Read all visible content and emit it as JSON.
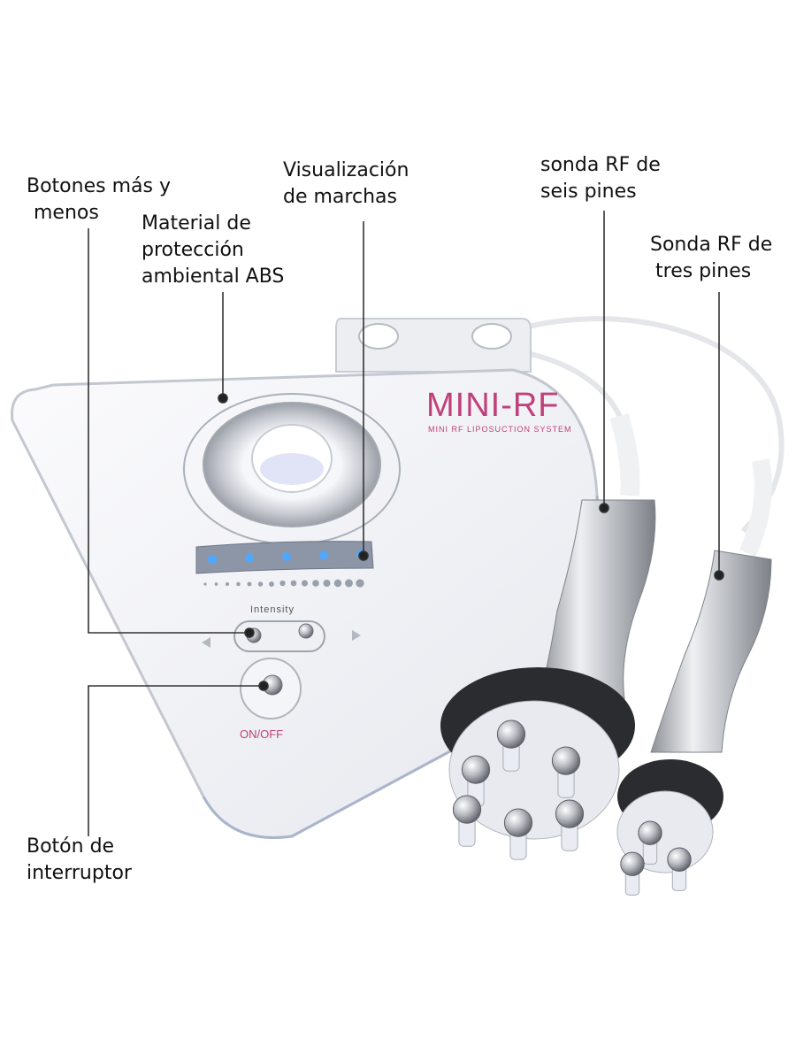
{
  "device": {
    "brand": "MINI-RF",
    "subtitle": "MINI RF LIPOSUCTION SYSTEM",
    "intensity_label": "Intensity",
    "power_label": "ON/OFF",
    "level_leds_total": 5,
    "level_leds_lit": 5,
    "colors": {
      "brand": "#c0407a",
      "body": "#f2f3f6",
      "led": "#4fa8ff",
      "metal": "#c9ccd1"
    }
  },
  "labels": {
    "buttons": [
      "Botones más y",
      "menos"
    ],
    "material": [
      "Material de",
      "protección",
      "ambiental ABS"
    ],
    "display": [
      "Visualización",
      "de marchas"
    ],
    "probe_six": [
      "sonda RF de",
      "seis pines"
    ],
    "probe_three": [
      "Sonda RF de",
      "tres pines"
    ],
    "switch": [
      "Botón de",
      "interruptor"
    ]
  }
}
